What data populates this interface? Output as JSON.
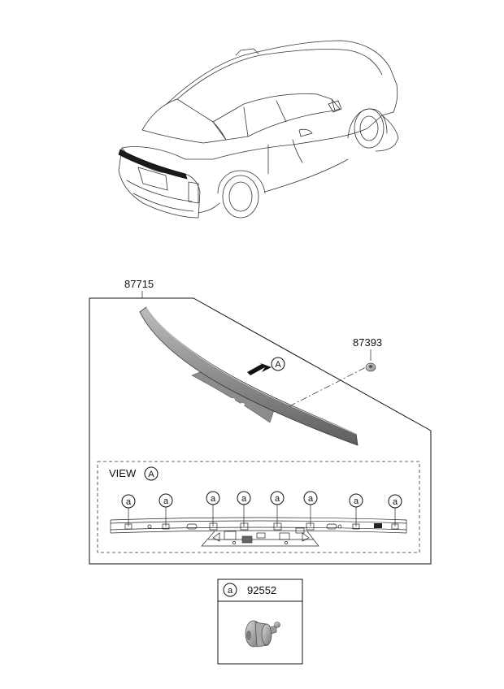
{
  "parts": {
    "garnish": "87715",
    "nut": "87393",
    "clip": "92552"
  },
  "view": {
    "label": "VIEW",
    "marker": "A"
  },
  "arrow_marker": "A",
  "callout_letter": "a",
  "legend_letter": "a",
  "colors": {
    "line": "#111111",
    "part_fill": "#9a9a9a",
    "part_dark": "#6e6e6e",
    "tail_band": "#1a1a1a"
  }
}
